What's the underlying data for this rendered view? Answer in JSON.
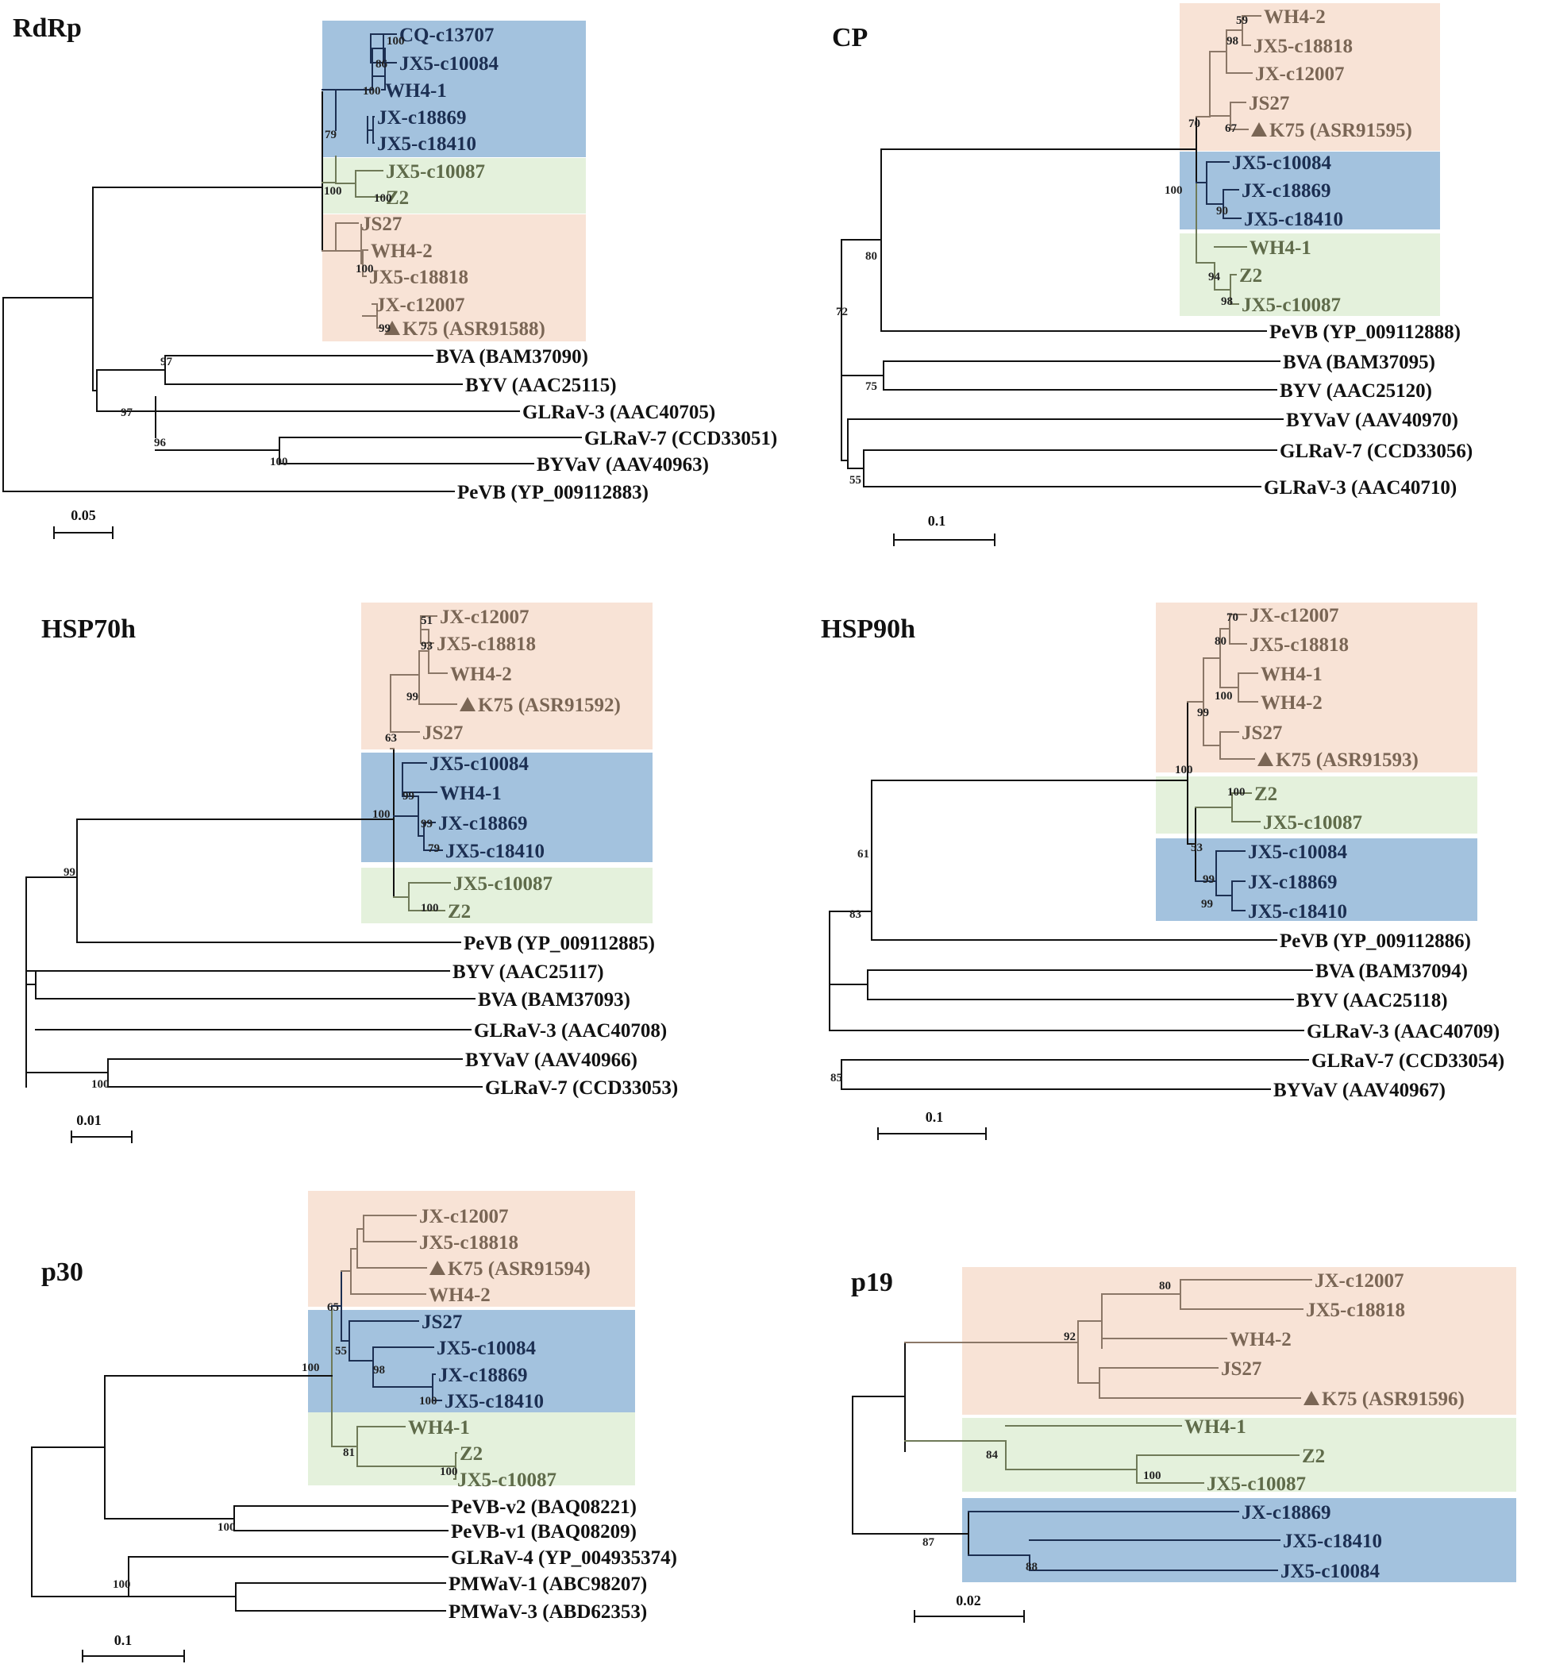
{
  "colors": {
    "orange_bg": "#f8e3d6",
    "blue_bg": "#a3c2de",
    "green_bg": "#e4f1dc",
    "orange_text": "#7a6655",
    "blue_text": "#1c2f52",
    "green_text": "#5f6b4a",
    "black_text": "#111111",
    "orange_line": "#8b7767",
    "blue_line": "#1c2f52",
    "green_line": "#6f7a58",
    "black_line": "#111111"
  },
  "panels": [
    {
      "title": "RdRp",
      "scale_label": "0.05",
      "leaves": [
        "CQ-c13707",
        "JX5-c10084",
        "WH4-1",
        "JX-c18869",
        "JX5-c18410",
        "JX5-c10087",
        "Z2",
        "JS27",
        "WH4-2",
        "JX5-c18818",
        "JX-c12007",
        "K75 (ASR91588)",
        "BVA (BAM37090)",
        "BYV (AAC25115)",
        "GLRaV-3 (AAC40705)",
        "GLRaV-7 (CCD33051)",
        "BYVaV (AAV40963)",
        "PeVB (YP_009112883)"
      ],
      "bootstrap": [
        "100",
        "86",
        "100",
        "79",
        "100",
        "100",
        "100",
        "99",
        "97",
        "97",
        "96",
        "100"
      ]
    },
    {
      "title": "CP",
      "scale_label": "0.1",
      "leaves": [
        "WH4-2",
        "JX5-c18818",
        "JX-c12007",
        "JS27",
        "K75 (ASR91595)",
        "JX5-c10084",
        "JX-c18869",
        "JX5-c18410",
        "WH4-1",
        "Z2",
        "JX5-c10087",
        "PeVB (YP_009112888)",
        "BVA (BAM37095)",
        "BYV (AAC25120)",
        "BYVaV (AAV40970)",
        "GLRaV-7 (CCD33056)",
        "GLRaV-3 (AAC40710)"
      ],
      "bootstrap": [
        "59",
        "98",
        "70",
        "67",
        "100",
        "90",
        "94",
        "98",
        "80",
        "72",
        "75",
        "55"
      ]
    },
    {
      "title": "HSP70h",
      "scale_label": "0.01",
      "leaves": [
        "JX-c12007",
        "JX5-c18818",
        "WH4-2",
        "K75 (ASR91592)",
        "JS27",
        "JX5-c10084",
        "WH4-1",
        "JX-c18869",
        "JX5-c18410",
        "JX5-c10087",
        "Z2",
        "PeVB (YP_009112885)",
        "BYV (AAC25117)",
        "BVA (BAM37093)",
        "GLRaV-3 (AAC40708)",
        "BYVaV (AAV40966)",
        "GLRaV-7 (CCD33053)"
      ],
      "bootstrap": [
        "51",
        "93",
        "99",
        "63",
        "99",
        "99",
        "79",
        "100",
        "100",
        "99",
        "100"
      ]
    },
    {
      "title": "HSP90h",
      "scale_label": "0.1",
      "leaves": [
        "JX-c12007",
        "JX5-c18818",
        "WH4-1",
        "WH4-2",
        "JS27",
        "K75 (ASR91593)",
        "Z2",
        "JX5-c10087",
        "JX5-c10084",
        "JX-c18869",
        "JX5-c18410",
        "PeVB (YP_009112886)",
        "BVA (BAM37094)",
        "BYV (AAC25118)",
        "GLRaV-3 (AAC40709)",
        "GLRaV-7 (CCD33054)",
        "BYVaV (AAV40967)"
      ],
      "bootstrap": [
        "70",
        "80",
        "100",
        "99",
        "100",
        "100",
        "53",
        "99",
        "99",
        "61",
        "83",
        "85"
      ]
    },
    {
      "title": "p30",
      "scale_label": "0.1",
      "leaves": [
        "JX-c12007",
        "JX5-c18818",
        "K75 (ASR91594)",
        "WH4-2",
        "JS27",
        "JX5-c10084",
        "JX-c18869",
        "JX5-c18410",
        "WH4-1",
        "Z2",
        "JX5-c10087",
        "PeVB-v2 (BAQ08221)",
        "PeVB-v1 (BAQ08209)",
        "GLRaV-4 (YP_004935374)",
        "PMWaV-1 (ABC98207)",
        "PMWaV-3 (ABD62353)"
      ],
      "bootstrap": [
        "65",
        "55",
        "98",
        "100",
        "100",
        "81",
        "100",
        "100",
        "100"
      ]
    },
    {
      "title": "p19",
      "scale_label": "0.02",
      "leaves": [
        "JX-c12007",
        "JX5-c18818",
        "WH4-2",
        "JS27",
        "K75 (ASR91596)",
        "WH4-1",
        "Z2",
        "JX5-c10087",
        "JX-c18869",
        "JX5-c18410",
        "JX5-c10084"
      ],
      "bootstrap": [
        "80",
        "92",
        "84",
        "100",
        "87",
        "88"
      ]
    }
  ]
}
